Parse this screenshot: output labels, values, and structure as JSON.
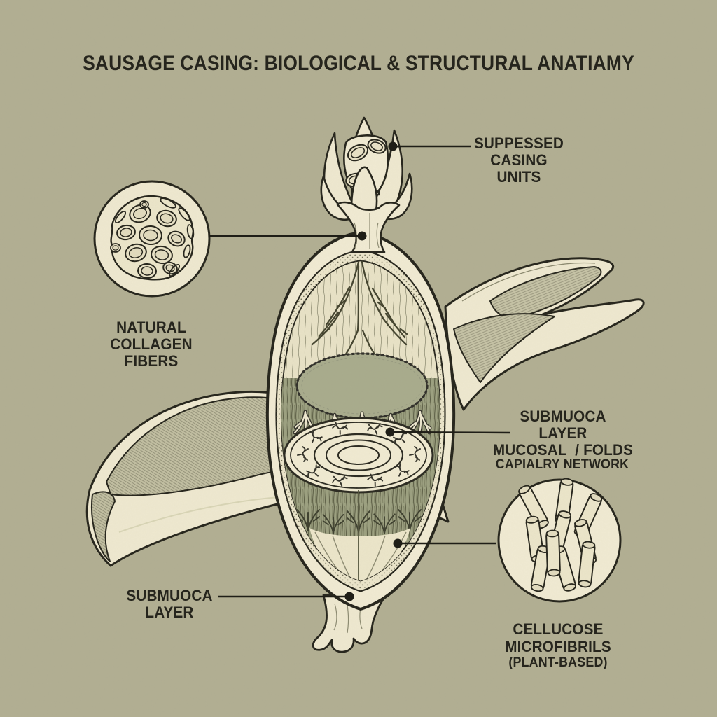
{
  "title": "SAUSAGE CASING: BIOLOGICAL & STRUCTURAL ANATIAMY",
  "labels": {
    "suppressed_casing_units": "SUPPESSED\nCASING\nUNITS",
    "natural_collagen_fibers": "NATURAL\nCOLLAGEN\nFIBERS",
    "submucosa_mucosal_folds": "SUBMUOCA\nLAYER\nMUCOSAL  / FOLDS",
    "capillary_network": "CAPIALRY NETWORK",
    "submucosa_layer_bottom": "SUBMUOCA\nLAYER",
    "cellulose_microfibrils": "CELLUCOSE\nMICROFIBRILS",
    "cellulose_plant_based": "(PLANT-BASED)"
  },
  "colors": {
    "background": "#b2af93",
    "ink": "#26251c",
    "casing_cream": "#f1ebd3",
    "interior_cream": "#e9e3c7",
    "mucosa_sage": "#a9ac8d",
    "band_green": "#9da181",
    "text": "#26251d"
  }
}
